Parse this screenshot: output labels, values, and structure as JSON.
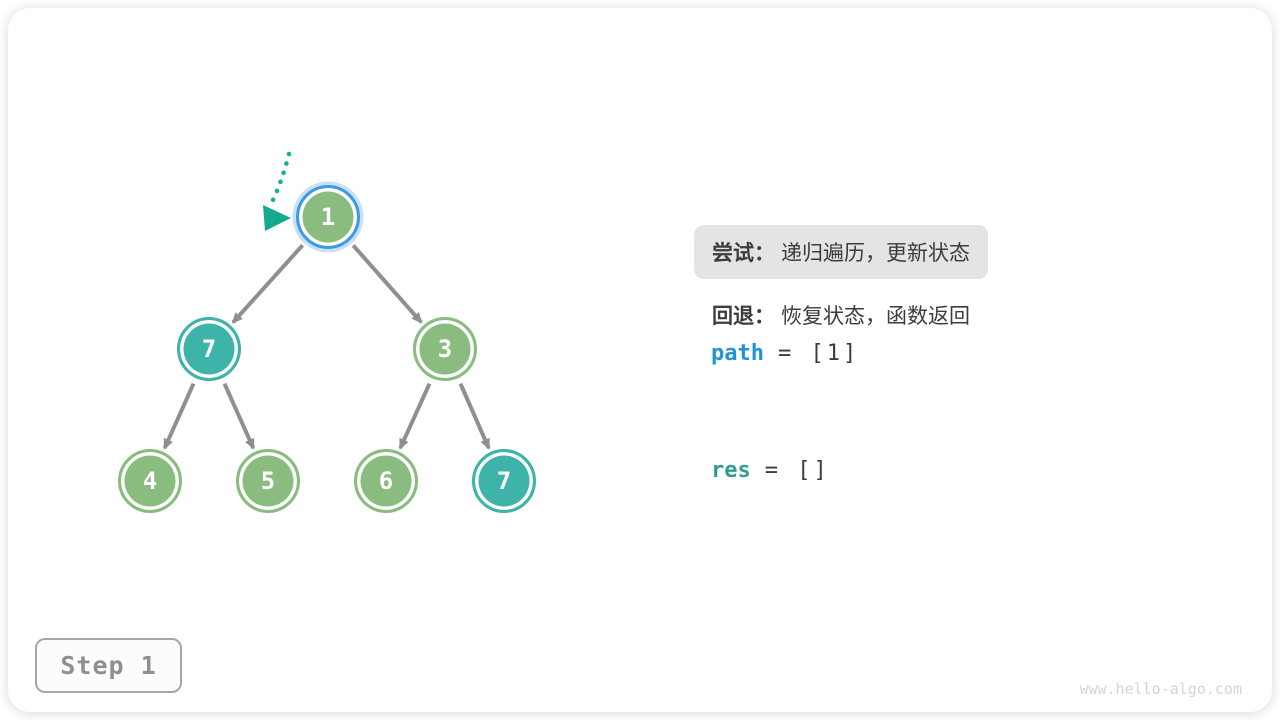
{
  "panel": {
    "try": {
      "label": "尝试：",
      "text": "递归遍历，更新状态"
    },
    "back": {
      "label": "回退：",
      "text": "恢复状态，函数返回"
    },
    "path": {
      "name": "path",
      "value": "= [1]"
    },
    "res": {
      "name": "res",
      "value": "= []"
    }
  },
  "tree": {
    "nodes": [
      {
        "value": "1",
        "style": "active"
      },
      {
        "value": "7",
        "style": "teal"
      },
      {
        "value": "3",
        "style": "green"
      },
      {
        "value": "4",
        "style": "green"
      },
      {
        "value": "5",
        "style": "green"
      },
      {
        "value": "6",
        "style": "green"
      },
      {
        "value": "7",
        "style": "teal"
      }
    ],
    "edges": [
      "1-7",
      "1-3",
      "7-4",
      "7-5",
      "3-6",
      "3-7"
    ]
  },
  "footer": {
    "step_label": "Step 1",
    "watermark": "www.hello-algo.com"
  },
  "colors": {
    "node_green": "#8abc7f",
    "node_teal": "#3db3a9",
    "active_ring_blue": "#3b9ce2",
    "edge_gray": "#8f8f8f",
    "cursor_arrow_teal": "#14b199",
    "highlight_bg": "#e4e4e4",
    "path_blue": "#2095d6",
    "res_teal": "#2f9e8f",
    "text_dark": "#3c3c3c"
  }
}
